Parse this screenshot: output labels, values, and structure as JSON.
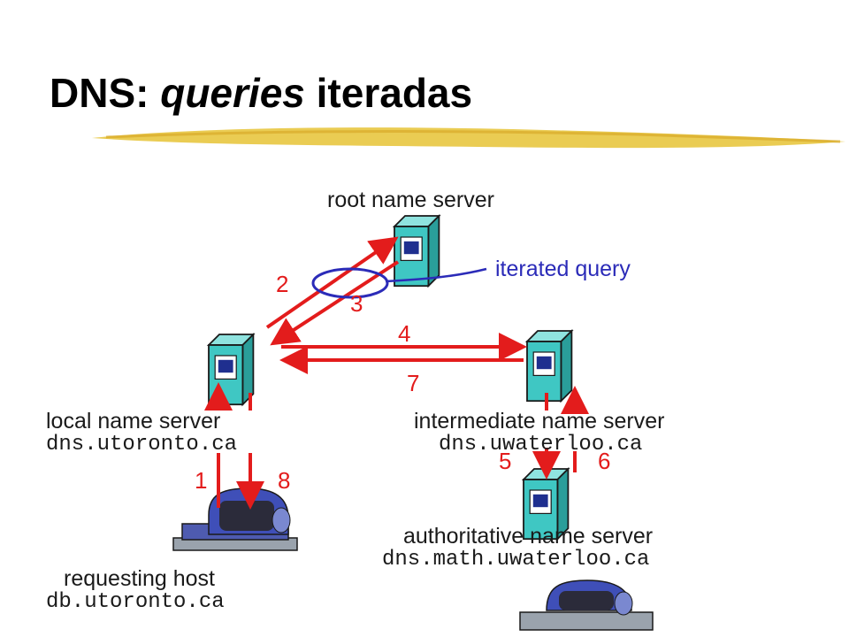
{
  "title": {
    "prefix": "DNS:",
    "italic": "queries",
    "suffix": "iteradas"
  },
  "annotation": "iterated query",
  "nodes": {
    "root": {
      "name": "root name server"
    },
    "local": {
      "name": "local name server",
      "host": "dns.utoronto.ca"
    },
    "intermediate": {
      "name": "intermediate name server",
      "host": "dns.uwaterloo.ca"
    },
    "authoritative": {
      "name": "authoritative name server",
      "host": "dns.math.uwaterloo.ca"
    },
    "requesting": {
      "name": "requesting host",
      "host": "db.utoronto.ca"
    }
  },
  "steps": [
    "1",
    "2",
    "3",
    "4",
    "5",
    "6",
    "7",
    "8"
  ],
  "colors": {
    "arrow": "#e31c1c",
    "server": "#3fc7c3",
    "annotation": "#2b2bb8",
    "swoosh": "#e9c94a"
  }
}
